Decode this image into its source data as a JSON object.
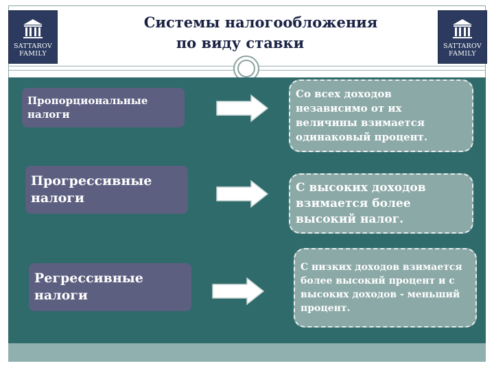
{
  "header": {
    "title_line1": "Системы налогообложения",
    "title_line2": "по виду ставки"
  },
  "logos": {
    "left": {
      "name_line1": "SATTAROV",
      "name_line2": "FAMILY",
      "icon": "columns-building-icon"
    },
    "right": {
      "name_line1": "SATTAROV",
      "name_line2": "FAMILY",
      "icon": "columns-building-icon"
    }
  },
  "rows": [
    {
      "type_label": "Пропорциональные налоги",
      "description": "Со всех доходов независимо от их величины взимается одинаковый процент."
    },
    {
      "type_label": "Прогрессивные налоги",
      "description": "С  высоких  доходов взимается более высокий налог."
    },
    {
      "type_label": "Регрессивные налоги",
      "description": "С низких доходов взимается более высокий процент и с высоких доходов -  меньший процент."
    }
  ],
  "colors": {
    "panel": "#2e6b6a",
    "type_box": "#5c5f80",
    "desc_box": "#8ba9a7",
    "logo": "#2b3a5e",
    "title": "#1a2244"
  }
}
